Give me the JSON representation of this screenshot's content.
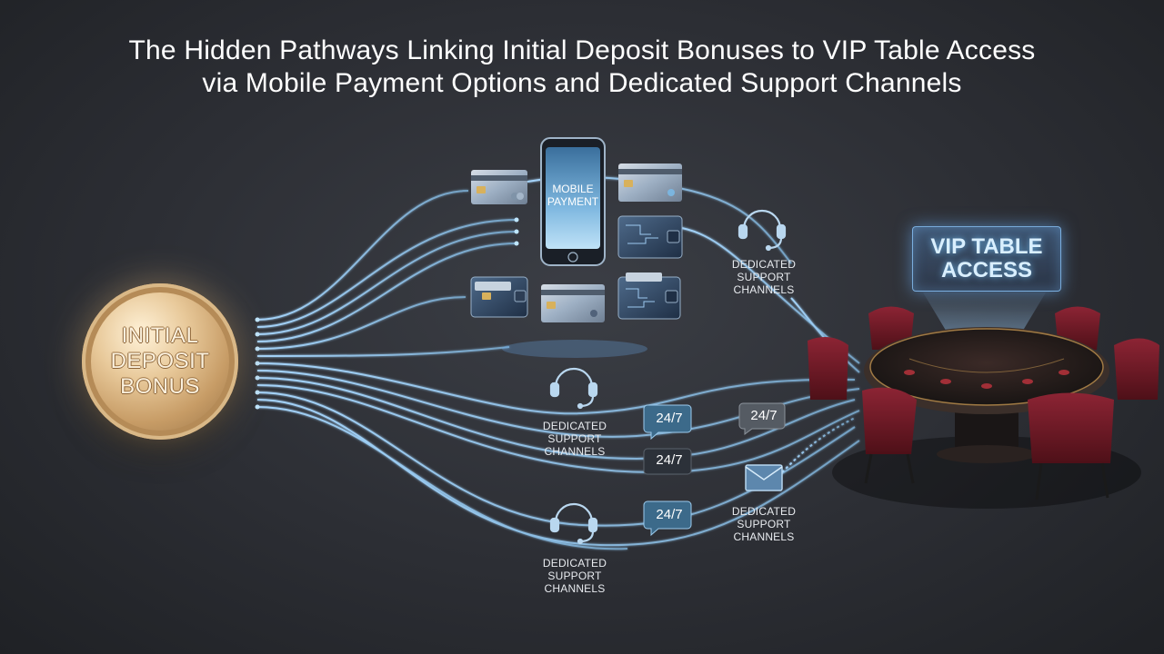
{
  "title": {
    "line1": "The Hidden Pathways Linking Initial Deposit Bonuses to VIP Table Access",
    "line2": "via Mobile Payment Options and Dedicated Support Channels"
  },
  "coin": {
    "line1": "INITIAL",
    "line2": "DEPOSIT",
    "line3": "BONUS"
  },
  "vip": {
    "line1": "VIP TABLE",
    "line2": "ACCESS"
  },
  "phone": {
    "line1": "MOBILE",
    "line2": "PAYMENT"
  },
  "support_top": {
    "line1": "DEDICATED",
    "line2": "SUPPORT",
    "line3": "CHANNELS"
  },
  "support_mid": {
    "line1": "DEDICATED",
    "line2": "SUPPORT",
    "line3": "CHANNELS"
  },
  "support_bottom": {
    "line1": "DEDICATED",
    "line2": "SUPPORT",
    "line3": "CHANNELS"
  },
  "support_mail": {
    "line1": "DEDICATED",
    "line2": "SUPPORT",
    "line3": "CHANNELS"
  },
  "bubbles": {
    "b1": "24/7",
    "b2": "24/7",
    "b3": "24/7",
    "b4": "24/7"
  },
  "colors": {
    "background": "#2c2e34",
    "pathway": "#8fc4ea",
    "coin_gold": "#c79c66",
    "vip_glow": "#78c0ff",
    "chair_red": "#7a1e2a",
    "table_felt": "#2a2222"
  },
  "icons": [
    "credit-card-icon",
    "wallet-icon",
    "smartphone-icon",
    "headset-icon",
    "chat-bubble-icon",
    "envelope-icon",
    "casino-table-icon",
    "chair-icon"
  ]
}
